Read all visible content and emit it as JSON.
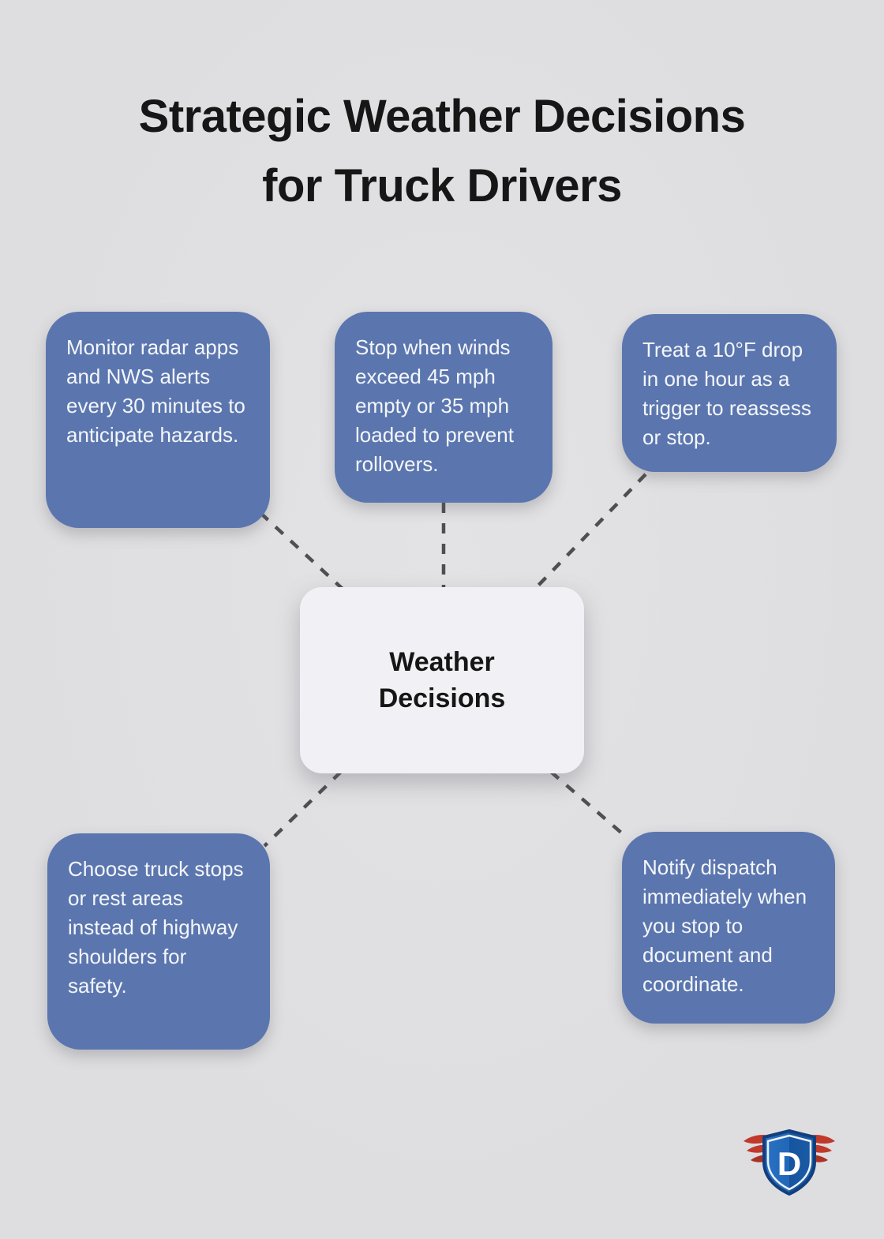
{
  "title": {
    "line1": "Strategic Weather Decisions",
    "line2": "for Truck Drivers"
  },
  "center": {
    "label": "Weather Decisions"
  },
  "nodes": [
    {
      "id": "monitor-radar",
      "text": "Monitor radar apps and NWS alerts every 30 minutes to anticipate hazards."
    },
    {
      "id": "wind-limits",
      "text": "Stop when winds exceed 45 mph empty or 35 mph loaded to prevent rollovers."
    },
    {
      "id": "temperature-drop",
      "text": "Treat a 10°F drop in one hour as a trigger to reassess or stop."
    },
    {
      "id": "parking-choice",
      "text": "Choose truck stops or rest areas instead of highway shoulders for safety."
    },
    {
      "id": "notify-dispatch",
      "text": "Notify dispatch immediately when you stop to document and coordinate."
    }
  ],
  "logo": {
    "icon": "shield-d-wings-logo",
    "letter": "D"
  },
  "colors": {
    "background": "#dedee0",
    "node_blue": "#5b76ae",
    "node_text": "#f4f6fa",
    "center_bg": "#f1f1f5",
    "title_color": "#161616",
    "connector": "#4f4f52",
    "logo_red": "#c0392b",
    "logo_blue": "#1f64b0",
    "logo_navy": "#123f7c"
  }
}
